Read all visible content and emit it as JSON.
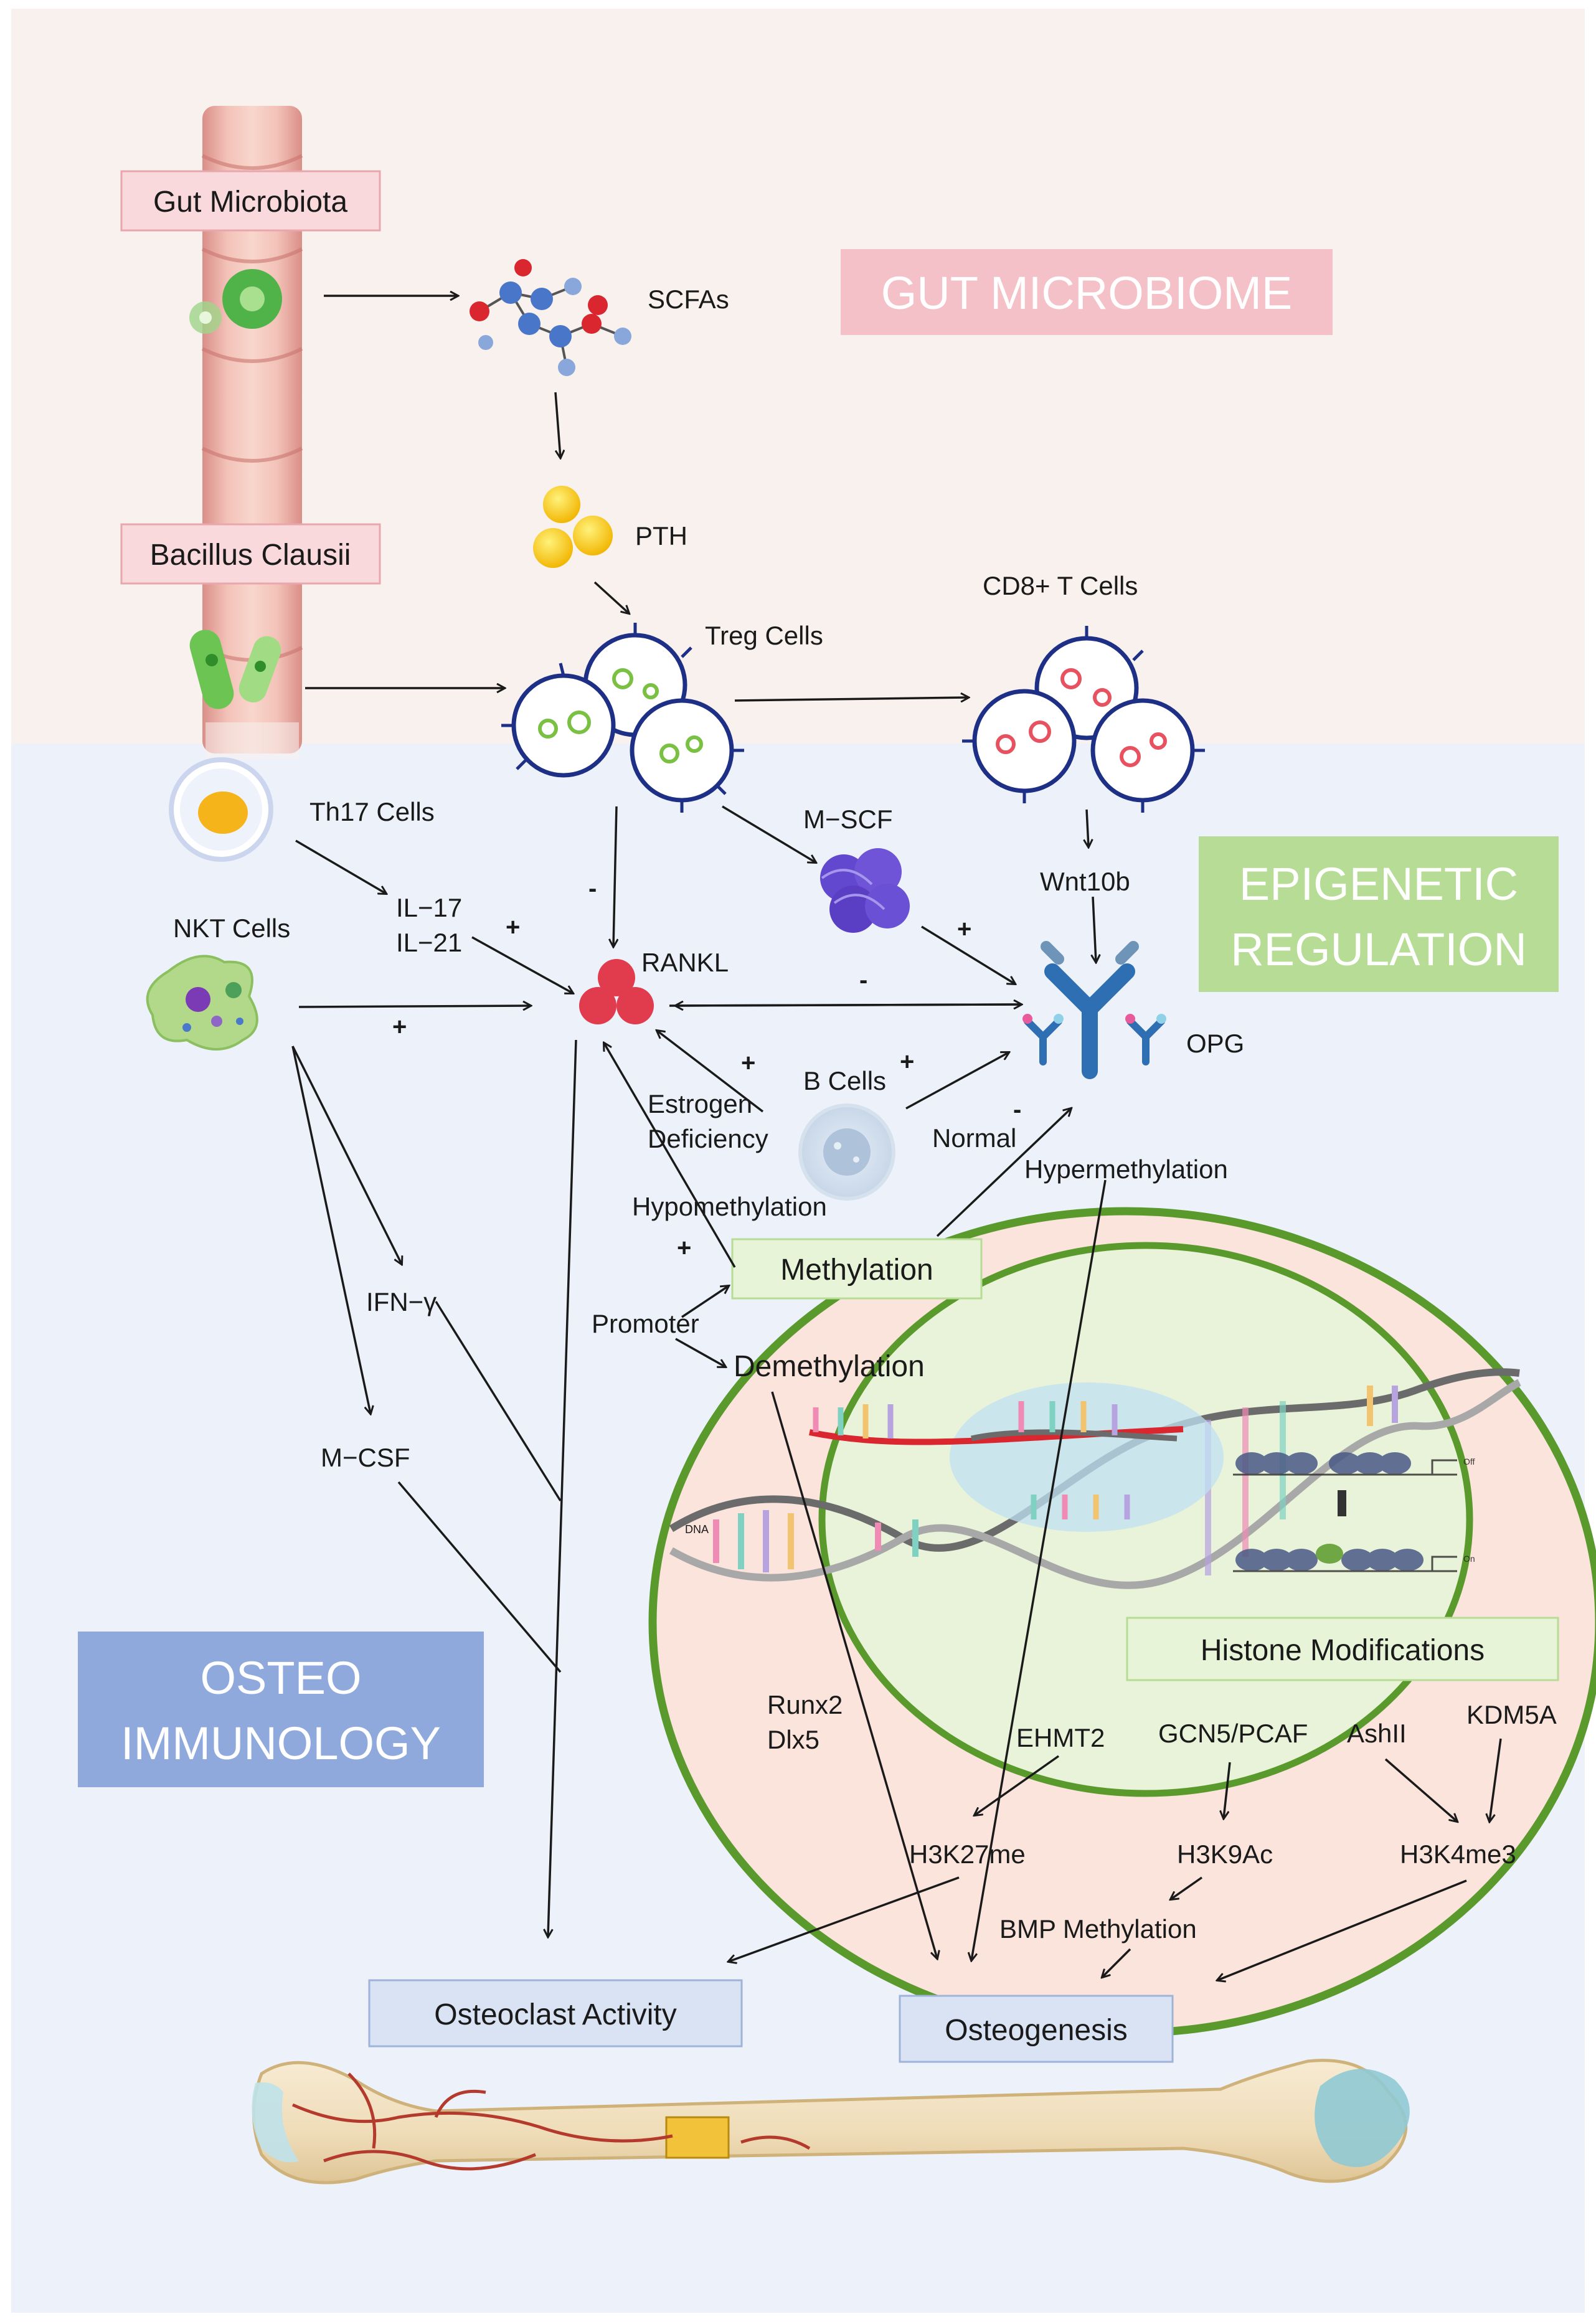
{
  "sections": {
    "gut_microbiome": "GUT MICROBIOME",
    "epigenetic_regulation_line1": "EPIGENETIC",
    "epigenetic_regulation_line2": "REGULATION",
    "osteo_immunology_line1": "OSTEO",
    "osteo_immunology_line2": "IMMUNOLOGY"
  },
  "pills": {
    "gut_microbiota": "Gut Microbiota",
    "bacillus_clausii": "Bacillus Clausii",
    "methylation": "Methylation",
    "histone_modifications": "Histone Modifications",
    "osteoclast_activity": "Osteoclast Activity",
    "osteogenesis": "Osteogenesis"
  },
  "labels": {
    "scfas": "SCFAs",
    "pth": "PTH",
    "treg": "Treg Cells",
    "cd8": "CD8+ T Cells",
    "th17": "Th17 Cells",
    "mscf": "M−SCF",
    "il17": "IL−17",
    "il21": "IL−21",
    "nkt": "NKT Cells",
    "rankl": "RANKL",
    "wnt10b": "Wnt10b",
    "opg": "OPG",
    "estrogen": "Estrogen",
    "deficiency": "Deficiency",
    "bcells": "B Cells",
    "normal": "Normal",
    "hypermethylation": "Hypermethylation",
    "hypomethylation": "Hypomethylation",
    "promoter": "Promoter",
    "demethylation": "Demethylation",
    "ifn": "IFN−γ",
    "mcsf": "M−CSF",
    "runx2": "Runx2",
    "dlx5": "Dlx5",
    "ehmt2": "EHMT2",
    "gcn5": "GCN5/PCAF",
    "ashii": "AshII",
    "kdm5a": "KDM5A",
    "h3k27me": "H3K27me",
    "h3k9ac": "H3K9Ac",
    "h3k4me3": "H3K4me3",
    "bmp": "BMP Methylation",
    "dna": "DNA",
    "off": "Off",
    "on": "On"
  },
  "signs": {
    "treg_rankl": "-",
    "il_rankl": "+",
    "nkt_rankl": "+",
    "mscf_opg": "+",
    "rankl_opg": "-",
    "estrogen_rankl": "+",
    "bcells_opg": "+",
    "hyper_opg": "-",
    "hypo_rankl": "+"
  },
  "colors": {
    "gut_bg": "#f8f1ee",
    "immuno_bg": "#edf2fa",
    "pink_box": "#f3c1c7",
    "green_box": "#b7dc96",
    "blue_box": "#8fa9dd",
    "pill_pink": "#f9d9dc",
    "pill_green": "#e7f4d8",
    "pill_blue": "#d9e3f4",
    "cell_outline": "#1e2f86",
    "treg_dot": "#79c043",
    "cd8_dot": "#e85260",
    "rankl": "#e03c4e",
    "mscf": "#6247cf",
    "opg": "#2e6fb3",
    "nucleus_green": "#5a9a2c"
  }
}
